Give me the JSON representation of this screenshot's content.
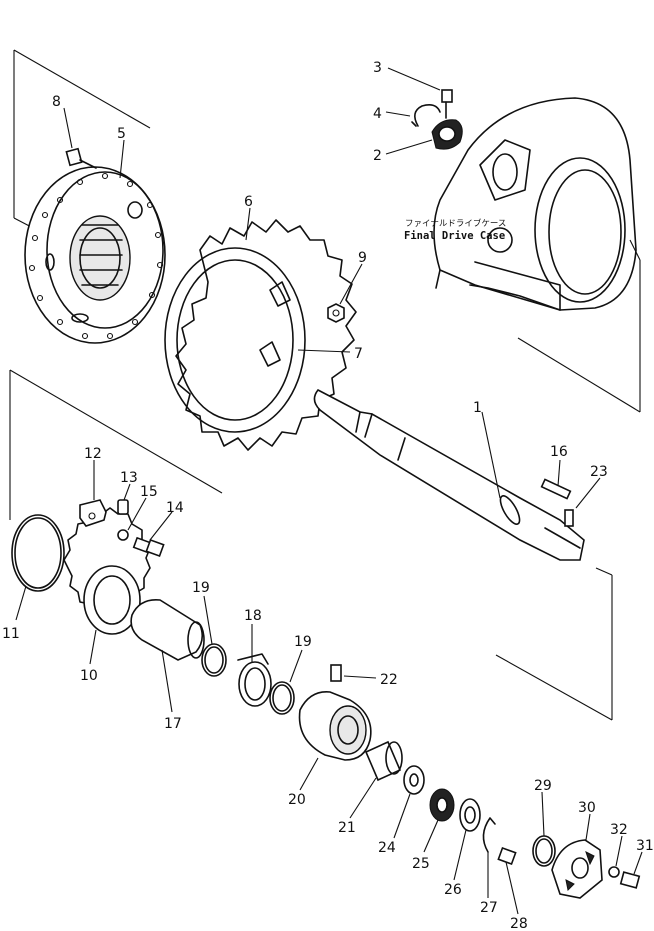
{
  "labels": {
    "jp_case": "ファイナルドライブケース",
    "en_case": "Final  Drive  Case"
  },
  "callouts": [
    "1",
    "2",
    "3",
    "4",
    "5",
    "6",
    "7",
    "8",
    "9",
    "10",
    "11",
    "12",
    "13",
    "14",
    "15",
    "16",
    "17",
    "18",
    "19",
    "19",
    "20",
    "21",
    "22",
    "23",
    "24",
    "25",
    "26",
    "27",
    "28",
    "29",
    "30",
    "31",
    "32"
  ]
}
